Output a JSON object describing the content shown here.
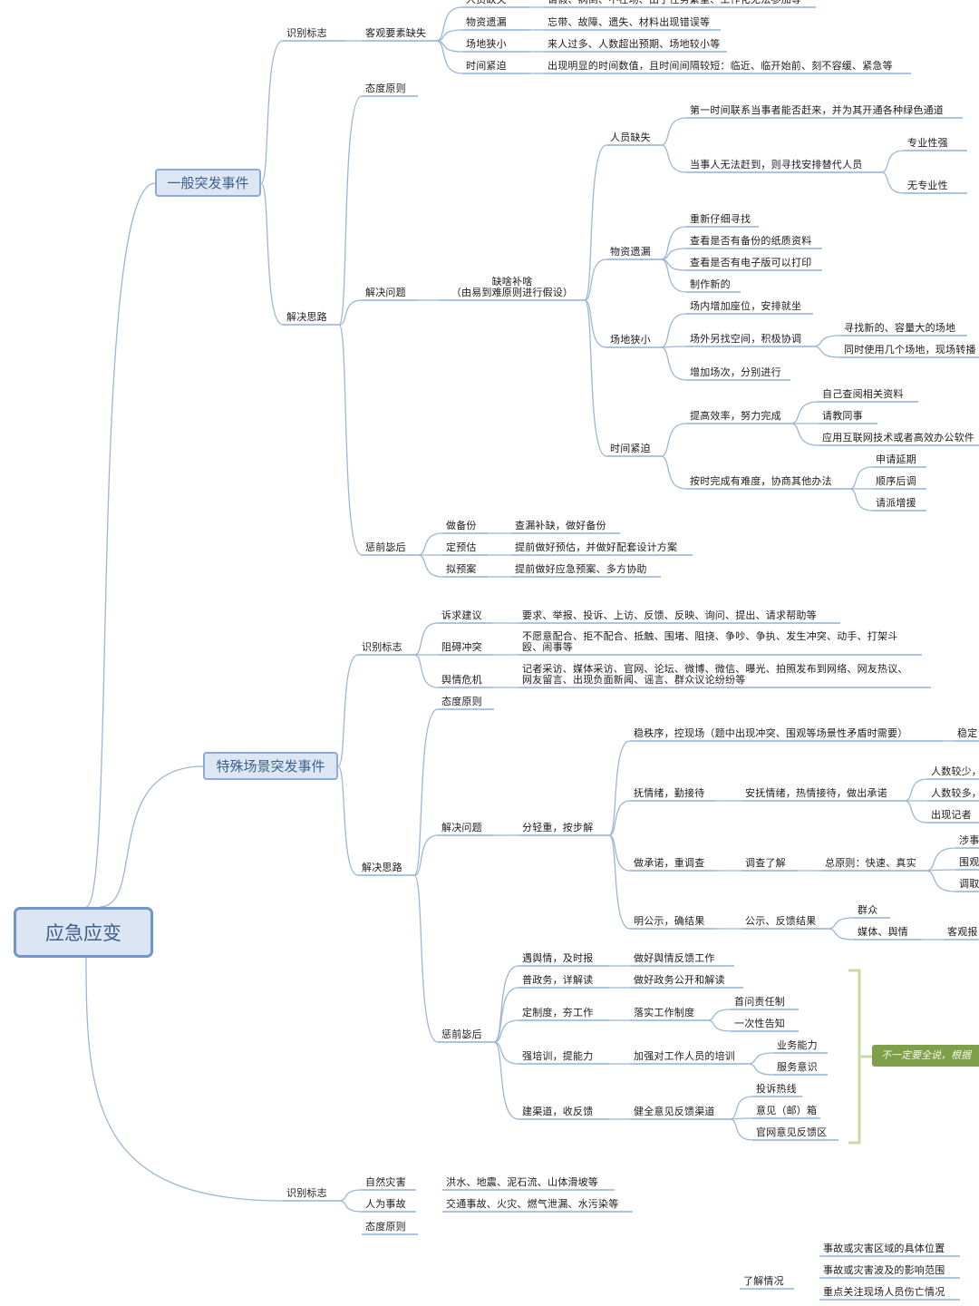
{
  "root": "应急应变",
  "branches": {
    "general": "一般突发事件",
    "special": "特殊场景突发事件"
  },
  "note": "不一定要全说，根据",
  "labels": {
    "g_identify": "识别标志",
    "g_objective": "客观要素缺失",
    "g_staff": "人员缺失",
    "g_staff_desc": "请假、病倒、不在场、由于任务繁重、工作化无法参加等",
    "g_material": "物资遗漏",
    "g_material_desc": "忘带、故障、遗失、材料出现错误等",
    "g_venue": "场地狭小",
    "g_venue_desc": "来人过多、人数超出预期、场地较小等",
    "g_time": "时间紧迫",
    "g_time_desc": "出现明显的时间数值，且时间间隔较短：临近、临开始前、刻不容缓、紧急等",
    "g_attitude": "态度原则",
    "g_thinking": "解决思路",
    "g_solve": "解决问题",
    "g_fill": "缺啥补啥\n（由易到难原则进行假设）",
    "s_staff": "人员缺失",
    "s_staff_a": "第一时间联系当事者能否赶来，并为其开通各种绿色通道",
    "s_staff_b": "当事人无法赶到，则寻找安排替代人员",
    "s_pro": "专业性强",
    "s_nonpro": "无专业性",
    "s_material": "物资遗漏",
    "s_mat_1": "重新仔细寻找",
    "s_mat_2": "查看是否有备份的纸质资料",
    "s_mat_3": "查看是否有电子版可以打印",
    "s_mat_4": "制作新的",
    "s_venue": "场地狭小",
    "s_venue_1": "场内增加座位，安排就坐",
    "s_venue_2": "场外另找空间，积极协调",
    "s_venue_2a": "寻找新的、容量大的场地",
    "s_venue_2b": "同时使用几个场地，现场转播",
    "s_venue_3": "增加场次，分别进行",
    "s_time": "时间紧迫",
    "s_time_1": "提高效率，努力完成",
    "s_time_1a": "自己查阅相关资料",
    "s_time_1b": "请教同事",
    "s_time_1c": "应用互联网技术或者高效办公软件",
    "s_time_2": "按时完成有难度，协商其他办法",
    "s_time_2a": "申请延期",
    "s_time_2b": "顺序后调",
    "s_time_2c": "请派增援",
    "g_prevent": "惩前毖后",
    "g_prev_1": "做备份",
    "g_prev_1d": "查漏补缺，做好备份",
    "g_prev_2": "定预估",
    "g_prev_2d": "提前做好预估，并做好配套设计方案",
    "g_prev_3": "拟预案",
    "g_prev_3d": "提前做好应急预案、多方协助",
    "p_identify": "识别标志",
    "p_appeal": "诉求建议",
    "p_appeal_d": "要求、举报、投诉、上访、反馈、反映、询问、提出、请求帮助等",
    "p_conflict": "阻碍冲突",
    "p_conflict_d": "不愿意配合、拒不配合、抵触、围堵、阻挠、争吵、争执、发生冲突、动手、打架斗\n殴、闹事等",
    "p_opinion": "舆情危机",
    "p_opinion_d": "记者采访、媒体采访、官网、论坛、微博、微信、曝光、拍照发布到网络、网友热议、\n网友留言、出现负面新闻、谣言、群众议论纷纷等",
    "p_attitude": "态度原则",
    "p_thinking": "解决思路",
    "p_solve": "解决问题",
    "p_step": "分轻重，按步解",
    "p_order": "稳秩序，控现场（题中出现冲突、围观等场景性矛盾时需要）",
    "p_order_r": "稳定",
    "p_emotion": "抚情绪，勤接待",
    "p_emotion_d": "安抚情绪，热情接待，做出承诺",
    "p_emo_1": "人数较少，",
    "p_emo_2": "人数较多，",
    "p_emo_3": "出现记者",
    "p_promise": "做承诺，重调查",
    "p_investigate": "调查了解",
    "p_principle": "总原则：快速、真实",
    "p_pr_1": "涉事",
    "p_pr_2": "围观",
    "p_pr_3": "调取",
    "p_publish": "明公示，确结果",
    "p_publish_d": "公示、反馈结果",
    "p_masses": "群众",
    "p_media": "媒体、舆情",
    "p_media_r": "客观报",
    "p_prevent": "惩前毖后",
    "p_prev_1": "遇舆情，及时报",
    "p_prev_1d": "做好舆情反馈工作",
    "p_prev_2": "普政务，详解读",
    "p_prev_2d": "做好政务公开和解读",
    "p_prev_3": "定制度，夯工作",
    "p_prev_3d": "落实工作制度",
    "p_prev_3a": "首问责任制",
    "p_prev_3b": "一次性告知",
    "p_prev_4": "强培训，提能力",
    "p_prev_4d": "加强对工作人员的培训",
    "p_prev_4a": "业务能力",
    "p_prev_4b": "服务意识",
    "p_prev_5": "建渠道，收反馈",
    "p_prev_5d": "健全意见反馈渠道",
    "p_prev_5a": "投诉热线",
    "p_prev_5b": "意见（邮）箱",
    "p_prev_5c": "官网意见反馈区",
    "d_identify": "识别标志",
    "d_natural": "自然灾害",
    "d_natural_d": "洪水、地震、泥石流、山体滑坡等",
    "d_human": "人为事故",
    "d_human_d": "交通事故、火灾、燃气泄漏、水污染等",
    "d_attitude": "态度原则",
    "d_know": "了解情况",
    "d_know_1": "事故或灾害区域的具体位置",
    "d_know_2": "事故或灾害波及的影响范围",
    "d_know_3": "重点关注现场人员伤亡情况"
  }
}
